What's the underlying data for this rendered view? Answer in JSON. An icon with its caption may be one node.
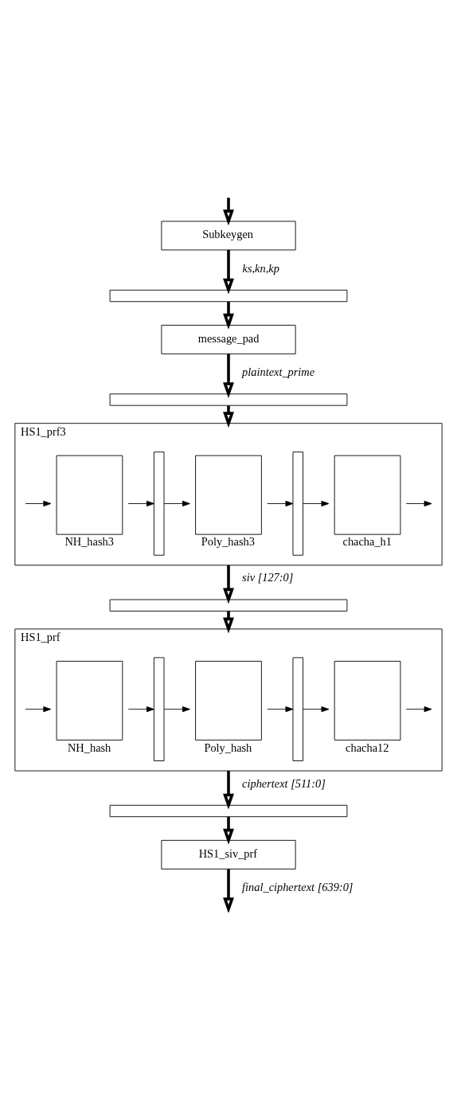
{
  "diagram": {
    "nodes": [
      {
        "text": [
          "Subkeygen"
        ]
      },
      {
        "text": [],
        "shape": "bar"
      },
      {
        "text": [
          "message_pad"
        ]
      },
      {
        "text": [],
        "shape": "bar"
      },
      {
        "text": [
          "HS1_prf3"
        ]
      },
      {
        "text": [
          "NH_hash3"
        ],
        "in": 4
      },
      {
        "text": [],
        "shape": "bar",
        "in": 4
      },
      {
        "text": [
          "Poly_hash3"
        ],
        "in": 4
      },
      {
        "text": [],
        "shape": "bar",
        "in": 4
      },
      {
        "text": [
          "chacha_h1"
        ],
        "in": 4
      },
      {
        "text": [],
        "shape": "bar"
      },
      {
        "text": [
          "HS1_prf"
        ]
      },
      {
        "text": [
          "NH_hash"
        ],
        "in": 11
      },
      {
        "text": [],
        "shape": "bar",
        "in": 11
      },
      {
        "text": [
          "Poly_hash"
        ],
        "in": 11
      },
      {
        "text": [],
        "shape": "bar",
        "in": 11
      },
      {
        "text": [
          "chacha12"
        ],
        "in": 11
      },
      {
        "text": [],
        "shape": "bar"
      },
      {
        "text": [
          "HS1_siv_prf"
        ]
      }
    ],
    "edges": [
      {
        "from": null,
        "to": 0,
        "arrow": "to",
        "style": "thick"
      },
      {
        "from": 0,
        "to": 1,
        "arrow": "to",
        "label": "ks,kn,kp",
        "style": "thick"
      },
      {
        "from": 1,
        "to": 2,
        "arrow": "to",
        "style": "thick"
      },
      {
        "from": 2,
        "to": 3,
        "arrow": "to",
        "label": "plaintext_prime",
        "style": "thick"
      },
      {
        "from": 3,
        "to": 4,
        "arrow": "to",
        "style": "thick"
      },
      {
        "from": null,
        "to": 5,
        "arrow": "to"
      },
      {
        "from": 5,
        "to": 6,
        "arrow": "to"
      },
      {
        "from": 6,
        "to": 7,
        "arrow": "to"
      },
      {
        "from": 7,
        "to": 8,
        "arrow": "to"
      },
      {
        "from": 8,
        "to": 9,
        "arrow": "to"
      },
      {
        "from": 9,
        "to": null,
        "arrow": "to"
      },
      {
        "from": 4,
        "to": 10,
        "arrow": "to",
        "label": "siv [127:0]",
        "style": "thick"
      },
      {
        "from": 10,
        "to": 11,
        "arrow": "to",
        "style": "thick"
      },
      {
        "from": null,
        "to": 12,
        "arrow": "to"
      },
      {
        "from": 12,
        "to": 13,
        "arrow": "to"
      },
      {
        "from": 13,
        "to": 14,
        "arrow": "to"
      },
      {
        "from": 14,
        "to": 15,
        "arrow": "to"
      },
      {
        "from": 15,
        "to": 16,
        "arrow": "to"
      },
      {
        "from": 16,
        "to": null,
        "arrow": "to"
      },
      {
        "from": 11,
        "to": 17,
        "arrow": "to",
        "label": "ciphertext [511:0]",
        "style": "thick"
      },
      {
        "from": 17,
        "to": 18,
        "arrow": "to",
        "style": "thick"
      },
      {
        "from": 18,
        "to": null,
        "arrow": "to",
        "label": "final_ciphertext [639:0]",
        "style": "thick"
      }
    ]
  }
}
